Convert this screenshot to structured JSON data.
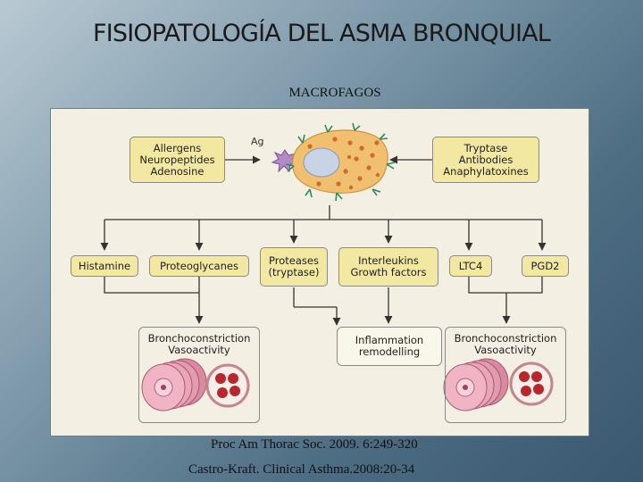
{
  "title": "FISIOPATOLOGÍA DEL ASMA BRONQUIAL",
  "subtitle": "MACROFAGOS",
  "diagram": {
    "antigen_label": "Ag",
    "inputs": {
      "left": "Allergens\nNeuropeptides\nAdenosine",
      "right": "Tryptase\nAntibodies\nAnaphylatoxines"
    },
    "mediators": [
      "Histamine",
      "Proteoglycanes",
      "Proteases\n(tryptase)",
      "Interleukins\nGrowth factors",
      "LTC4",
      "PGD2"
    ],
    "outcomes": {
      "left": "Bronchoconstriction\nVasoactivity",
      "center": "Inflammation\nremodelling",
      "right": "Bronchoconstriction\nVasoactivity"
    }
  },
  "references": [
    "Proc Am Thorac Soc. 2009. 6:249-320",
    "Castro-Kraft. Clinical  Asthma.2008:20-34"
  ],
  "colors": {
    "box_fill": "#f2e8a2",
    "cell_fill": "#f0c070",
    "nucleus": "#c9d3e6",
    "panel": "#f4efe3"
  }
}
